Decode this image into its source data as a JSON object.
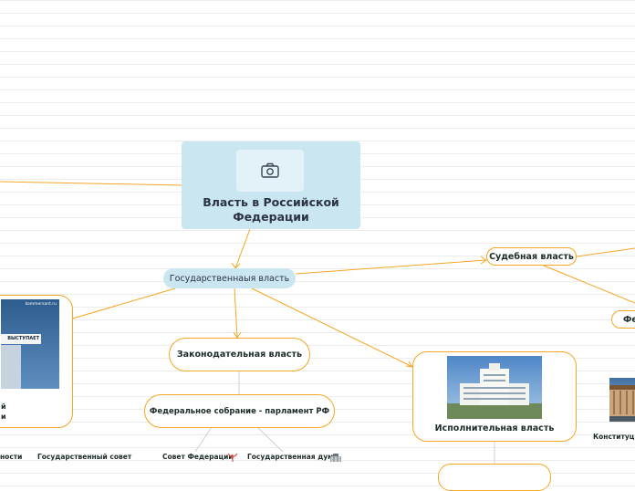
{
  "root": {
    "title_line1": "Власть в Российской",
    "title_line2": "Федерации",
    "photo_icon": "camera-icon"
  },
  "state_power": "Государственнаыя власть",
  "legislative": "Законодательная власть",
  "federal_assembly": "Федеральное собрание - парламент РФ",
  "federation_council": "Совет Федерации",
  "state_duma": "Государственная дума",
  "executive": "Исполнительная власть",
  "judicial": "Судебная власть",
  "left_card": {
    "watermark": "kommersant.ru",
    "sign": "ВЫСТУПАЕТ",
    "text_line1": "й",
    "text_line2": "и"
  },
  "bottom_left": {
    "fragment": "ности",
    "state_council": "Государственный совет"
  },
  "right_fragment_fed": "Фед",
  "right_fragment_const": "Конституц",
  "colors": {
    "link": "#f5a623",
    "root_fill": "#c9e6f1",
    "node_border": "#f5a623",
    "text": "#1e2a2a"
  }
}
